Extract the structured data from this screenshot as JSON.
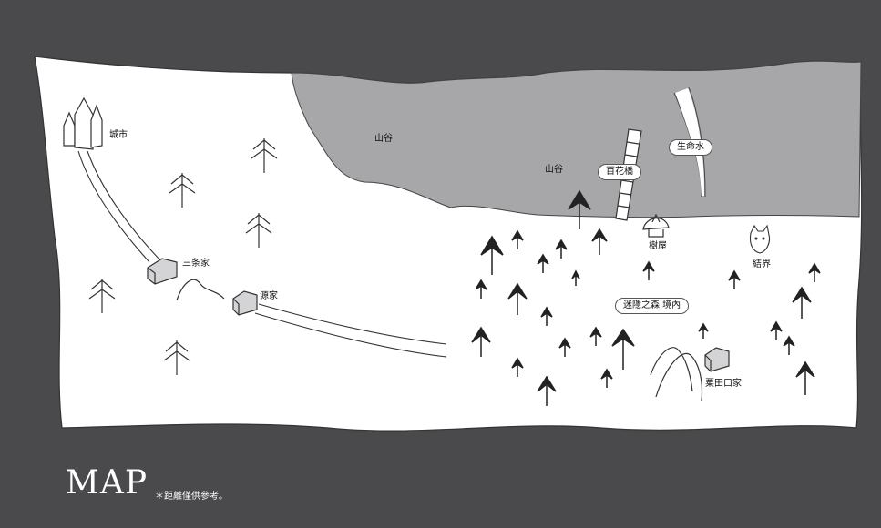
{
  "map": {
    "title": "MAP",
    "note": "＊距離僅供參考。",
    "places": {
      "city": "城市",
      "valley_top": "山谷",
      "valley_mid": "山谷",
      "sanjo": "三条家",
      "minamoto": "源家",
      "hyakka_bridge": "百花橋",
      "seimei_water": "生命水",
      "treehouse": "樹屋",
      "barrier": "結界",
      "forest": "迷隱之森 境內",
      "kuritaguchi": "粟田口家"
    }
  },
  "colors": {
    "background": "#4a4a4d",
    "paper": "#ffffff",
    "valley": "#a7a7aa",
    "ink": "#222222"
  }
}
